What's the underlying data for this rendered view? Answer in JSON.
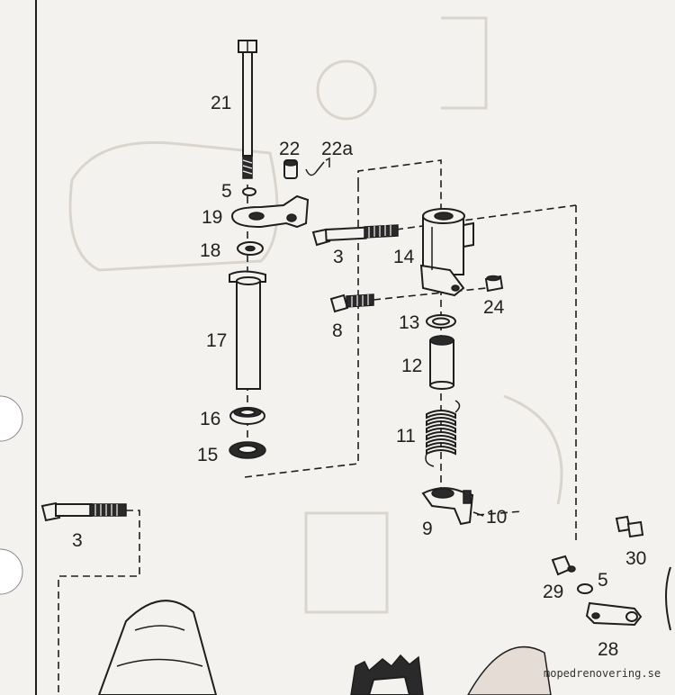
{
  "diagram": {
    "labels": [
      {
        "id": "21",
        "text": "21"
      },
      {
        "id": "22",
        "text": "22"
      },
      {
        "id": "22a",
        "text": "22a"
      },
      {
        "id": "5-top",
        "text": "5"
      },
      {
        "id": "19",
        "text": "19"
      },
      {
        "id": "18",
        "text": "18"
      },
      {
        "id": "17",
        "text": "17"
      },
      {
        "id": "16",
        "text": "16"
      },
      {
        "id": "15",
        "text": "15"
      },
      {
        "id": "3-top",
        "text": "3"
      },
      {
        "id": "14",
        "text": "14"
      },
      {
        "id": "24",
        "text": "24"
      },
      {
        "id": "8",
        "text": "8"
      },
      {
        "id": "13",
        "text": "13"
      },
      {
        "id": "12",
        "text": "12"
      },
      {
        "id": "11",
        "text": "11"
      },
      {
        "id": "9",
        "text": "9"
      },
      {
        "id": "10",
        "text": "10"
      },
      {
        "id": "3-bottom",
        "text": "3"
      },
      {
        "id": "30",
        "text": "30"
      },
      {
        "id": "29",
        "text": "29"
      },
      {
        "id": "5-right",
        "text": "5"
      },
      {
        "id": "28",
        "text": "28"
      }
    ],
    "watermark": "mopedrenovering.se"
  }
}
